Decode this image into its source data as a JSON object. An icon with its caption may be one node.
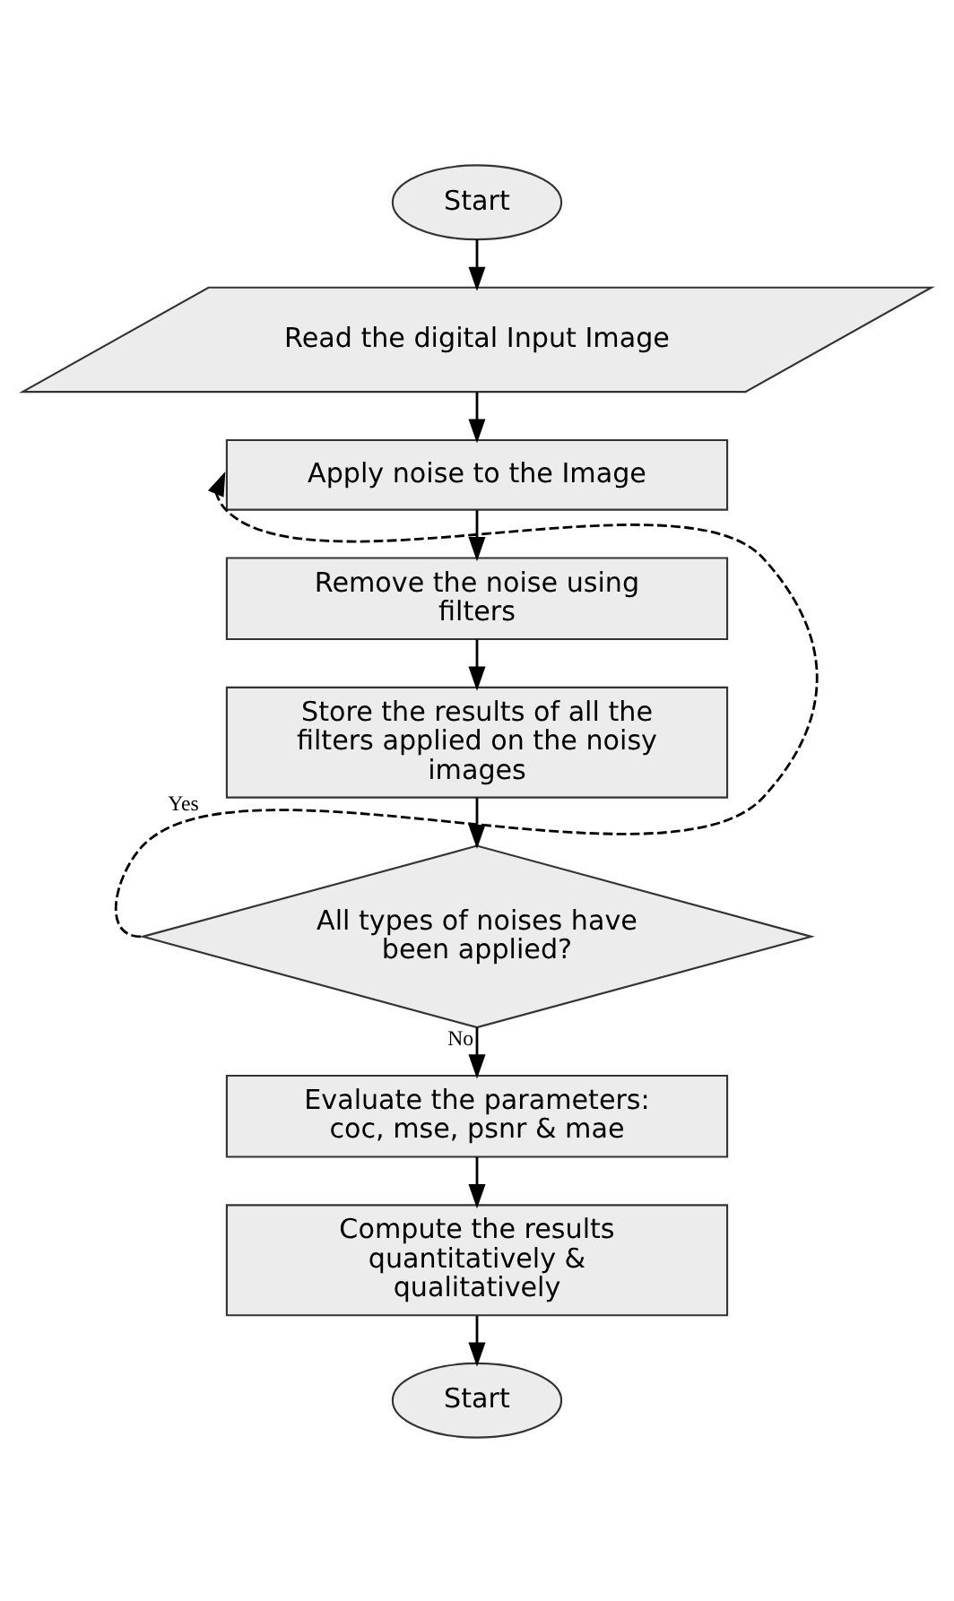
{
  "diagram": {
    "nodes": [
      {
        "text": [
          "Start"
        ]
      },
      {
        "text": [
          "Read the digital Input Image"
        ]
      },
      {
        "text": [
          "Apply noise to the Image"
        ]
      },
      {
        "text": [
          "Remove the noise using filters"
        ]
      },
      {
        "text": [
          "Store the results of all the filters applied on the noisy images"
        ]
      },
      {
        "text": [
          "All types of noises have been applied?"
        ]
      },
      {
        "text": [
          "Evaluate the parameters: coc, mse, psnr & mae"
        ]
      },
      {
        "text": [
          "Compute the results quantitatively & qualitatively"
        ]
      },
      {
        "text": [
          "Start"
        ]
      }
    ],
    "edges": [
      {
        "from": 0,
        "to": 1,
        "arrow": "to"
      },
      {
        "from": 1,
        "to": 2,
        "arrow": "to"
      },
      {
        "from": 2,
        "to": 3,
        "arrow": "to"
      },
      {
        "from": 3,
        "to": 4,
        "arrow": "to"
      },
      {
        "from": 4,
        "to": 5,
        "arrow": "to"
      },
      {
        "from": 5,
        "to": 2,
        "arrow": "to",
        "label": "Yes",
        "style": "dashed"
      },
      {
        "from": 5,
        "to": 6,
        "arrow": "to",
        "label": "No"
      },
      {
        "from": 6,
        "to": 7,
        "arrow": "to"
      },
      {
        "from": 7,
        "to": 8,
        "arrow": "to"
      }
    ]
  }
}
